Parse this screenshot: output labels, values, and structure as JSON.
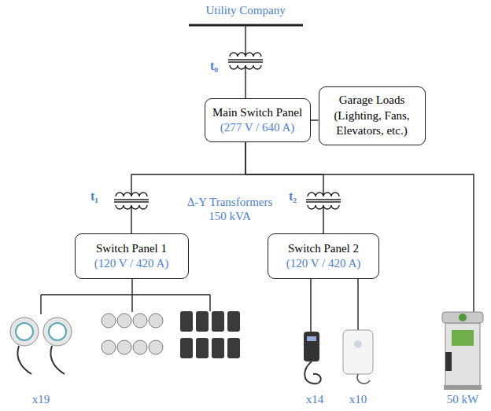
{
  "diagram": {
    "nodes": [
      {
        "text": [
          "Main Switch Panel",
          "(277 V / 640 A)"
        ]
      },
      {
        "text": [
          "Garage Loads (Lighting, Fans, Elevators, etc.)"
        ]
      },
      {
        "text": [
          "Switch Panel 1",
          "(120 V / 420 A)"
        ]
      },
      {
        "text": [
          "Switch Panel 2",
          "(120 V / 420 A)"
        ]
      }
    ],
    "edges": [
      {
        "from": 0,
        "to": 1,
        "arrow": "none"
      },
      {
        "from": 0,
        "to": 2,
        "arrow": "none"
      },
      {
        "from": 0,
        "to": 3,
        "arrow": "none"
      }
    ],
    "labels": [
      "Utility Company",
      "t₀",
      "t₁",
      "t₂",
      "Δ-Y Transformers 150 kVA",
      "x19",
      "x14",
      "x10",
      "50 kW"
    ]
  }
}
